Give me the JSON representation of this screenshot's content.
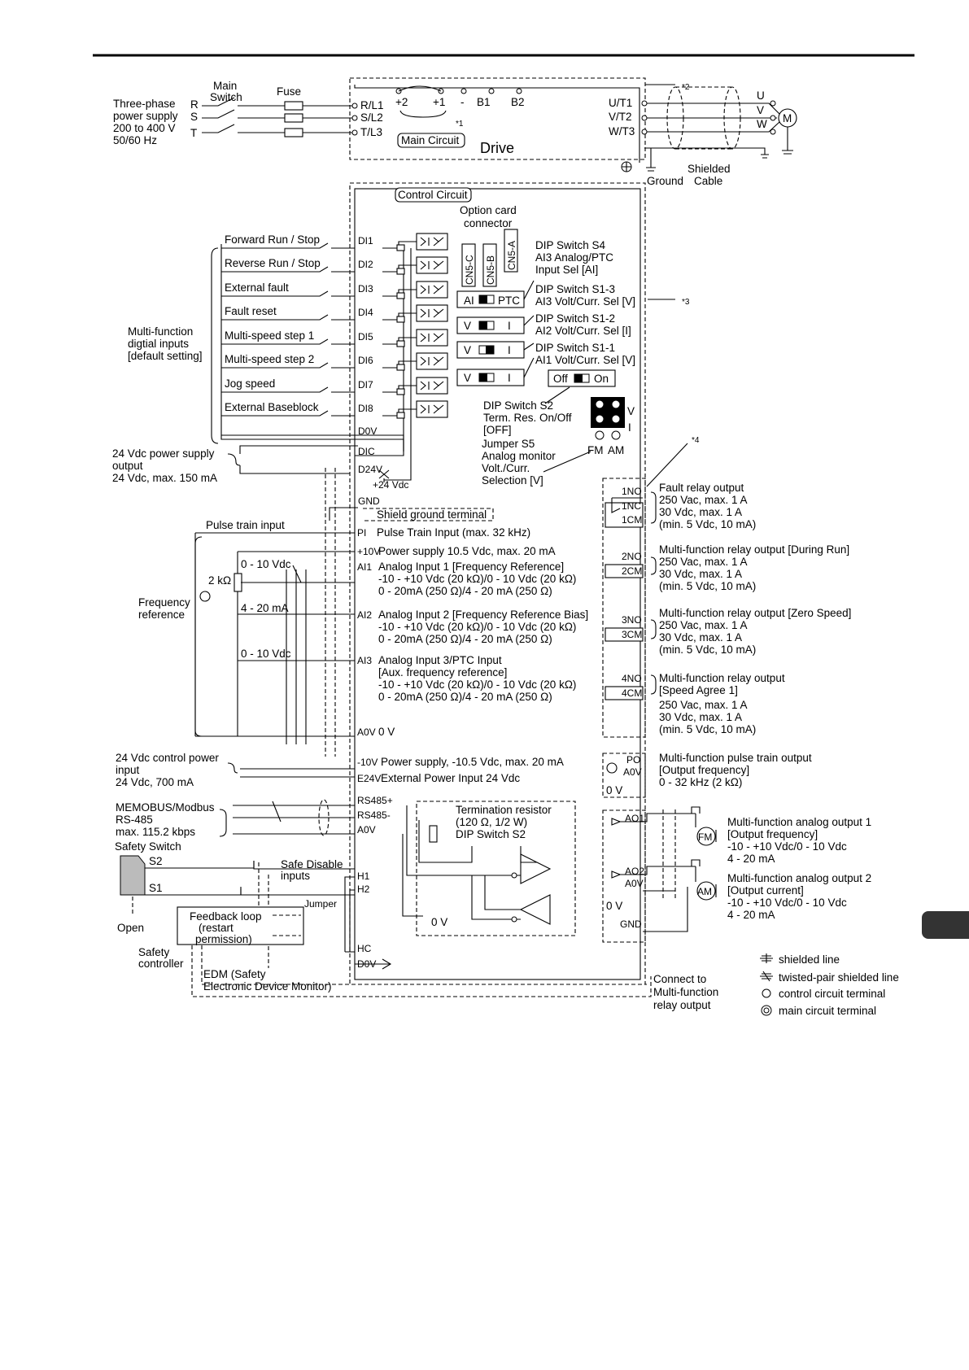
{
  "power": {
    "main_switch": [
      "Main",
      "Switch"
    ],
    "fuse": "Fuse",
    "supply": [
      "Three-phase",
      "power supply",
      "200 to 400 V",
      "50/60 Hz"
    ],
    "phases": [
      "R",
      "S",
      "T"
    ],
    "inputs": [
      "R/L1",
      "S/L2",
      "T/L3"
    ],
    "dc_terms": [
      "+2",
      "+1",
      "-",
      "B1",
      "B2"
    ],
    "note1": "*1",
    "main_circuit": "Main Circuit",
    "drive": "Drive",
    "outputs": [
      "U/T1",
      "V/T2",
      "W/T3"
    ],
    "motor_phases": [
      "U",
      "V",
      "W"
    ],
    "motor": "M",
    "note2": "*2",
    "ground": "Ground",
    "shielded_cable": [
      "Shielded",
      "Cable"
    ]
  },
  "control": {
    "title": "Control Circuit",
    "option_card": [
      "Option card",
      "connector"
    ],
    "connectors": [
      "CN5-C",
      "CN5-B",
      "CN5-A"
    ],
    "di_labels": [
      "Forward Run / Stop",
      "Reverse Run / Stop",
      "External fault",
      "Fault reset",
      "Multi-speed step 1",
      "Multi-speed step 2",
      "Jog speed",
      "External Baseblock"
    ],
    "di_terms": [
      "DI1",
      "DI2",
      "DI3",
      "DI4",
      "DI5",
      "DI6",
      "DI7",
      "DI8"
    ],
    "di_common": [
      "D0V",
      "DIC",
      "D24V"
    ],
    "mf_inputs": [
      "Multi-function",
      "digtial inputs",
      "[default setting]"
    ],
    "supply_24": [
      "24 Vdc power supply",
      "output",
      "24 Vdc, max. 150 mA"
    ],
    "plus24": "+24 Vdc",
    "dip_s4": [
      "DIP Switch S4",
      "AI3 Analog/PTC",
      "Input Sel [AI]"
    ],
    "dip_s1_3": [
      "DIP Switch S1-3",
      "AI3 Volt/Curr. Sel [V]"
    ],
    "dip_s1_2": [
      "DIP Switch S1-2",
      "AI2 Volt/Curr. Sel [I]"
    ],
    "dip_s1_1": [
      "DIP Switch S1-1",
      "AI1 Volt/Curr. Sel [V]"
    ],
    "note3": "*3",
    "switch_ai": "AI",
    "switch_ptc": "PTC",
    "switch_v": "V",
    "switch_i": "I",
    "switch_off": "Off",
    "switch_on": "On",
    "dip_s2": [
      "DIP Switch S2",
      "Term. Res. On/Off",
      "[OFF]"
    ],
    "jumper_s5": [
      "Jumper S5",
      "Analog monitor",
      "Volt./Curr.",
      "Selection [V]"
    ],
    "s5_v": "V",
    "s5_i": "I",
    "s5_fm": "FM",
    "s5_am": "AM",
    "note4": "*4"
  },
  "analog": {
    "gnd": "GND",
    "shield_ground": "Shield ground terminal",
    "pulse_label": "Pulse train input",
    "pi": "PI",
    "pi_desc": "Pulse Train Input (max. 32 kHz)",
    "plus10v": "+10V",
    "plus10v_desc": "Power supply 10.5 Vdc, max. 20 mA",
    "ai1": "AI1",
    "ai1_desc": [
      "Analog Input 1 [Frequency Reference]",
      "-10 - +10 Vdc (20 kΩ)/0 - 10 Vdc (20 kΩ)",
      "0 - 20mA (250 Ω)/4 - 20 mA (250 Ω)"
    ],
    "ai2": "AI2",
    "ai2_desc": [
      "Analog Input 2 [Frequency Reference Bias]",
      "-10 - +10 Vdc (20 kΩ)/0 - 10 Vdc (20 kΩ)",
      "0 - 20mA (250 Ω)/4 - 20 mA (250 Ω)"
    ],
    "ai3": "AI3",
    "ai3_desc": [
      "Analog Input 3/PTC Input",
      "[Aux. frequency reference]",
      "-10 - +10 Vdc (20 kΩ)/0 - 10 Vdc (20 kΩ)",
      "0 - 20mA (250 Ω)/4 - 20 mA (250 Ω)"
    ],
    "ranges": [
      "0 - 10 Vdc",
      "4 - 20 mA",
      "0 - 10 Vdc"
    ],
    "resistor": "2 kΩ",
    "freq_ref": [
      "Frequency",
      "reference"
    ],
    "a0v": "A0V",
    "a0v_desc": "0 V",
    "minus10v": "-10V",
    "minus10v_desc": "Power supply, -10.5 Vdc, max. 20 mA",
    "e24v": "E24V",
    "e24v_desc": "External Power Input 24 Vdc",
    "ctrl_power": [
      "24 Vdc control power",
      "input",
      "24 Vdc, 700 mA"
    ]
  },
  "comm": {
    "label": [
      "MEMOBUS/Modbus",
      "RS-485",
      "max. 115.2 kbps"
    ],
    "terms": [
      "RS485+",
      "RS485-",
      "A0V"
    ],
    "term_res": [
      "Termination resistor",
      "(120 Ω, 1/2 W)",
      "DIP Switch S2"
    ],
    "zero_v": "0 V"
  },
  "safety": {
    "switch": "Safety Switch",
    "s2": "S2",
    "s1": "S1",
    "open": "Open",
    "safe_disable": [
      "Safe Disable",
      "inputs"
    ],
    "jumper": "Jumper",
    "h1": "H1",
    "h2": "H2",
    "hc": "HC",
    "d0v": "D0V",
    "feedback": [
      "Feedback loop",
      "(restart",
      "permission)"
    ],
    "controller": [
      "Safety",
      "controller"
    ],
    "edm": [
      "EDM (Safety",
      "Electronic Device Monitor)"
    ],
    "connect": [
      "Connect to",
      "Multi-function",
      "relay output"
    ]
  },
  "relays": {
    "fault_terms": [
      "1NO",
      "1NC",
      "1CM"
    ],
    "fault_desc": [
      "Fault relay output",
      "250 Vac, max. 1 A",
      "30 Vdc, max. 1 A",
      "(min. 5 Vdc, 10 mA)"
    ],
    "r2_terms": [
      "2NO",
      "2CM"
    ],
    "r2_desc": [
      "Multi-function relay output [During Run]",
      "250 Vac, max. 1 A",
      "30 Vdc, max. 1 A",
      "(min. 5 Vdc, 10 mA)"
    ],
    "r3_terms": [
      "3NO",
      "3CM"
    ],
    "r3_desc": [
      "Multi-function relay output [Zero Speed]",
      "250 Vac, max. 1 A",
      "30 Vdc, max. 1 A",
      "(min. 5 Vdc, 10 mA)"
    ],
    "r4_terms": [
      "4NO",
      "4CM"
    ],
    "r4_desc": [
      "Multi-function relay output",
      "[Speed Agree 1]",
      "250 Vac, max. 1 A",
      "30 Vdc, max. 1 A",
      "(min. 5 Vdc, 10 mA)"
    ],
    "po_terms": [
      "PO",
      "A0V"
    ],
    "po_desc": [
      "Multi-function pulse train output",
      "[Output frequency]",
      "0 - 32 kHz (2 kΩ)"
    ],
    "zero_v": "0 V",
    "ao1": "AO1",
    "ao1_desc": [
      "Multi-function analog output 1",
      "[Output frequency]",
      "-10 - +10 Vdc/0 - 10 Vdc",
      "4 - 20 mA"
    ],
    "ao2_terms": [
      "AO2",
      "A0V"
    ],
    "ao2_desc": [
      "Multi-function analog output 2",
      "[Output current]",
      "-10 - +10 Vdc/0 - 10 Vdc",
      "4 - 20 mA"
    ],
    "fm": "FM",
    "am": "AM",
    "zero_v2": "0 V",
    "gnd": "GND"
  },
  "legend": [
    "shielded line",
    "twisted-pair shielded line",
    "control circuit terminal",
    "main circuit terminal"
  ]
}
